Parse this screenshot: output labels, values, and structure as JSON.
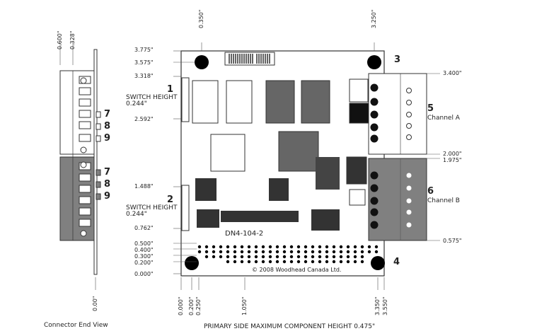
{
  "dims_left": {
    "d3775": "3.775\"",
    "d3575": "3.575\"",
    "d3318": "3.318\"",
    "d2592": "2.592\"",
    "d1488": "1.488\"",
    "d0762": "0.762\"",
    "d0500": "0.500\"",
    "d0400": "0.400\"",
    "d0300": "0.300\"",
    "d0200": "0.200\"",
    "d0000": "0.000\""
  },
  "dims_right": {
    "d3400": "3.400\"",
    "d2000": "2.000\"",
    "d1975": "1.975\"",
    "d0575": "0.575\""
  },
  "dims_top": {
    "d0350": "0.350\"",
    "d3250": "3.250\"",
    "d0600": "0.600\"",
    "d0328": "0.328\""
  },
  "dims_bottom": {
    "d0000": "0.000\"",
    "d0200": "0.200\"",
    "d0250": "0.250\"",
    "d1050": "1.050\"",
    "d3350": "3.350\"",
    "d3550": "3.550\"",
    "conn00": "0.00\""
  },
  "callouts": {
    "n1": "1",
    "n2": "2",
    "n3": "3",
    "n4": "4",
    "n5": "5",
    "n6": "6",
    "n7a": "7",
    "n8a": "8",
    "n9a": "9",
    "n7b": "7",
    "n8b": "8",
    "n9b": "9"
  },
  "labels": {
    "switch_height": "SWITCH HEIGHT",
    "switch_val": "0.244\"",
    "channel_a": "Channel A",
    "channel_b": "Channel B",
    "board_name": "DN4-104-2",
    "copyright": "© 2008 Woodhead Canada Ltd.",
    "connector_end_view": "Connector End View",
    "primary_side": "PRIMARY SIDE MAXIMUM COMPONENT HEIGHT 0.475\""
  },
  "colors": {
    "board_outline": "#333333",
    "chip_dark": "#555555",
    "connector_gray": "#808080",
    "mount_hole": "#000000"
  }
}
